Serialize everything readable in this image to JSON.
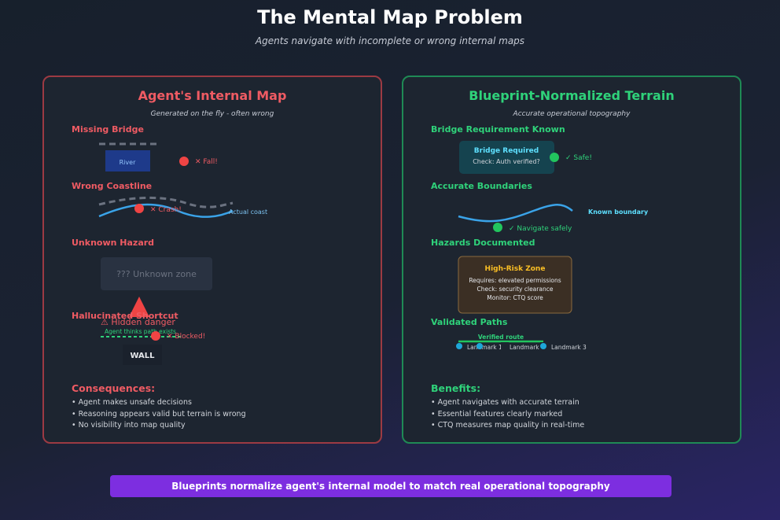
{
  "header": {
    "title": "The Mental Map Problem",
    "subtitle": "Agents navigate with incomplete or wrong internal maps"
  },
  "left": {
    "title": "Agent's Internal Map",
    "subtitle": "Generated on the fly - often wrong",
    "missing_bridge": {
      "heading": "Missing Bridge",
      "river": "River",
      "fall": "✕ Fall!"
    },
    "wrong_coastline": {
      "heading": "Wrong Coastline",
      "crash": "✕ Crash!",
      "actual": "Actual coast"
    },
    "unknown_hazard": {
      "heading": "Unknown Hazard",
      "zone": "??? Unknown zone",
      "danger": "⚠ Hidden danger"
    },
    "shortcut": {
      "heading": "Hallucinated Shortcut",
      "thinks": "Agent thinks path exists",
      "blocked": "✕ Blocked!",
      "wall": "WALL"
    },
    "consequences": {
      "heading": "Consequences:",
      "items": [
        "• Agent makes unsafe decisions",
        "• Reasoning appears valid but terrain is wrong",
        "• No visibility into map quality"
      ]
    }
  },
  "right": {
    "title": "Blueprint-Normalized Terrain",
    "subtitle": "Accurate operational topography",
    "bridge": {
      "heading": "Bridge Requirement Known",
      "box_title": "Bridge Required",
      "box_text": "Check: Auth verified?",
      "safe": "✓ Safe!"
    },
    "boundaries": {
      "heading": "Accurate Boundaries",
      "known": "Known boundary",
      "navigate": "✓ Navigate safely"
    },
    "hazards": {
      "heading": "Hazards Documented",
      "box_title": "High-Risk Zone",
      "lines": [
        "Requires: elevated permissions",
        "Check: security clearance",
        "Monitor: CTQ score"
      ]
    },
    "paths": {
      "heading": "Validated Paths",
      "route": "Verified route",
      "landmarks": [
        "Landmark 1",
        "Landmark 2",
        "Landmark 3"
      ]
    },
    "benefits": {
      "heading": "Benefits:",
      "items": [
        "• Agent navigates with accurate terrain",
        "• Essential features clearly marked",
        "• CTQ measures map quality in real-time"
      ]
    }
  },
  "banner": "Blueprints normalize agent's internal model to match real operational topography",
  "colors": {
    "danger": "#ef5b63",
    "safe": "#2fd27a",
    "accent": "#7d2ee0",
    "water": "#3aa3e8"
  }
}
